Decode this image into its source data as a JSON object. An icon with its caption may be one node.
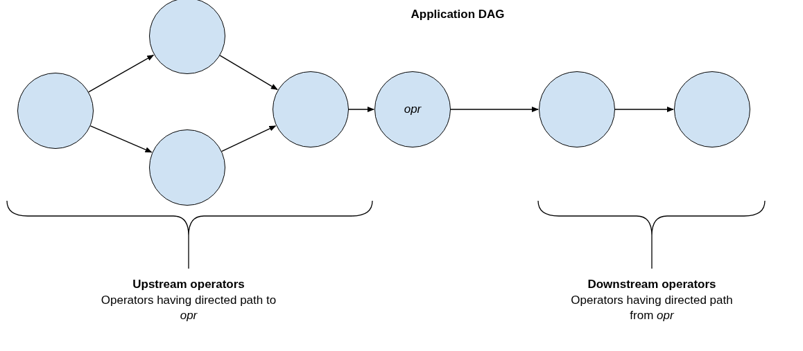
{
  "diagram": {
    "title": "Application DAG",
    "nodes": [
      {
        "text": [],
        "shape": "circle"
      },
      {
        "text": [],
        "shape": "circle"
      },
      {
        "text": [],
        "shape": "circle"
      },
      {
        "text": [],
        "shape": "circle"
      },
      {
        "text": [
          "opr"
        ]
      },
      {
        "text": [],
        "shape": "circle"
      },
      {
        "text": [],
        "shape": "circle"
      }
    ],
    "edges": [
      {
        "from": 0,
        "to": 1,
        "arrow": "to"
      },
      {
        "from": 0,
        "to": 2,
        "arrow": "to"
      },
      {
        "from": 1,
        "to": 3,
        "arrow": "to"
      },
      {
        "from": 2,
        "to": 3,
        "arrow": "to"
      },
      {
        "from": 3,
        "to": 4,
        "arrow": "to"
      },
      {
        "from": 4,
        "to": 5,
        "arrow": "to"
      },
      {
        "from": 5,
        "to": 6,
        "arrow": "to"
      }
    ],
    "labels": [
      "Upstream operators",
      "Operators having directed path to *opr*",
      "Downstream operators",
      "Operators having directed path from *opr*"
    ]
  }
}
